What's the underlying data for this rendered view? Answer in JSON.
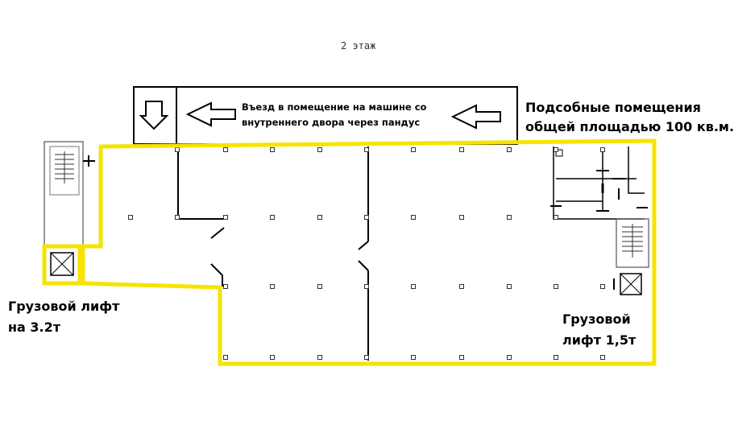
{
  "floor_label": "2 этаж",
  "entry_note": {
    "line1": "Въезд в помещение на машине со",
    "line2": "внутреннего двора через пандус"
  },
  "aux_rooms": {
    "line1": "Подсобные помещения",
    "line2": "общей площадью 100 кв.м."
  },
  "lift_left": {
    "line1": "Грузовой лифт",
    "line2": "на 3.2т"
  },
  "lift_right": {
    "line1": "Грузовой",
    "line2": "лифт 1,5т"
  },
  "colors": {
    "outline": "#f5e400",
    "walls": "#000000",
    "text": "#000000"
  },
  "icons": [
    "down-arrow-icon",
    "left-arrow-icon",
    "lift-cross-icon",
    "stairs-icon"
  ]
}
